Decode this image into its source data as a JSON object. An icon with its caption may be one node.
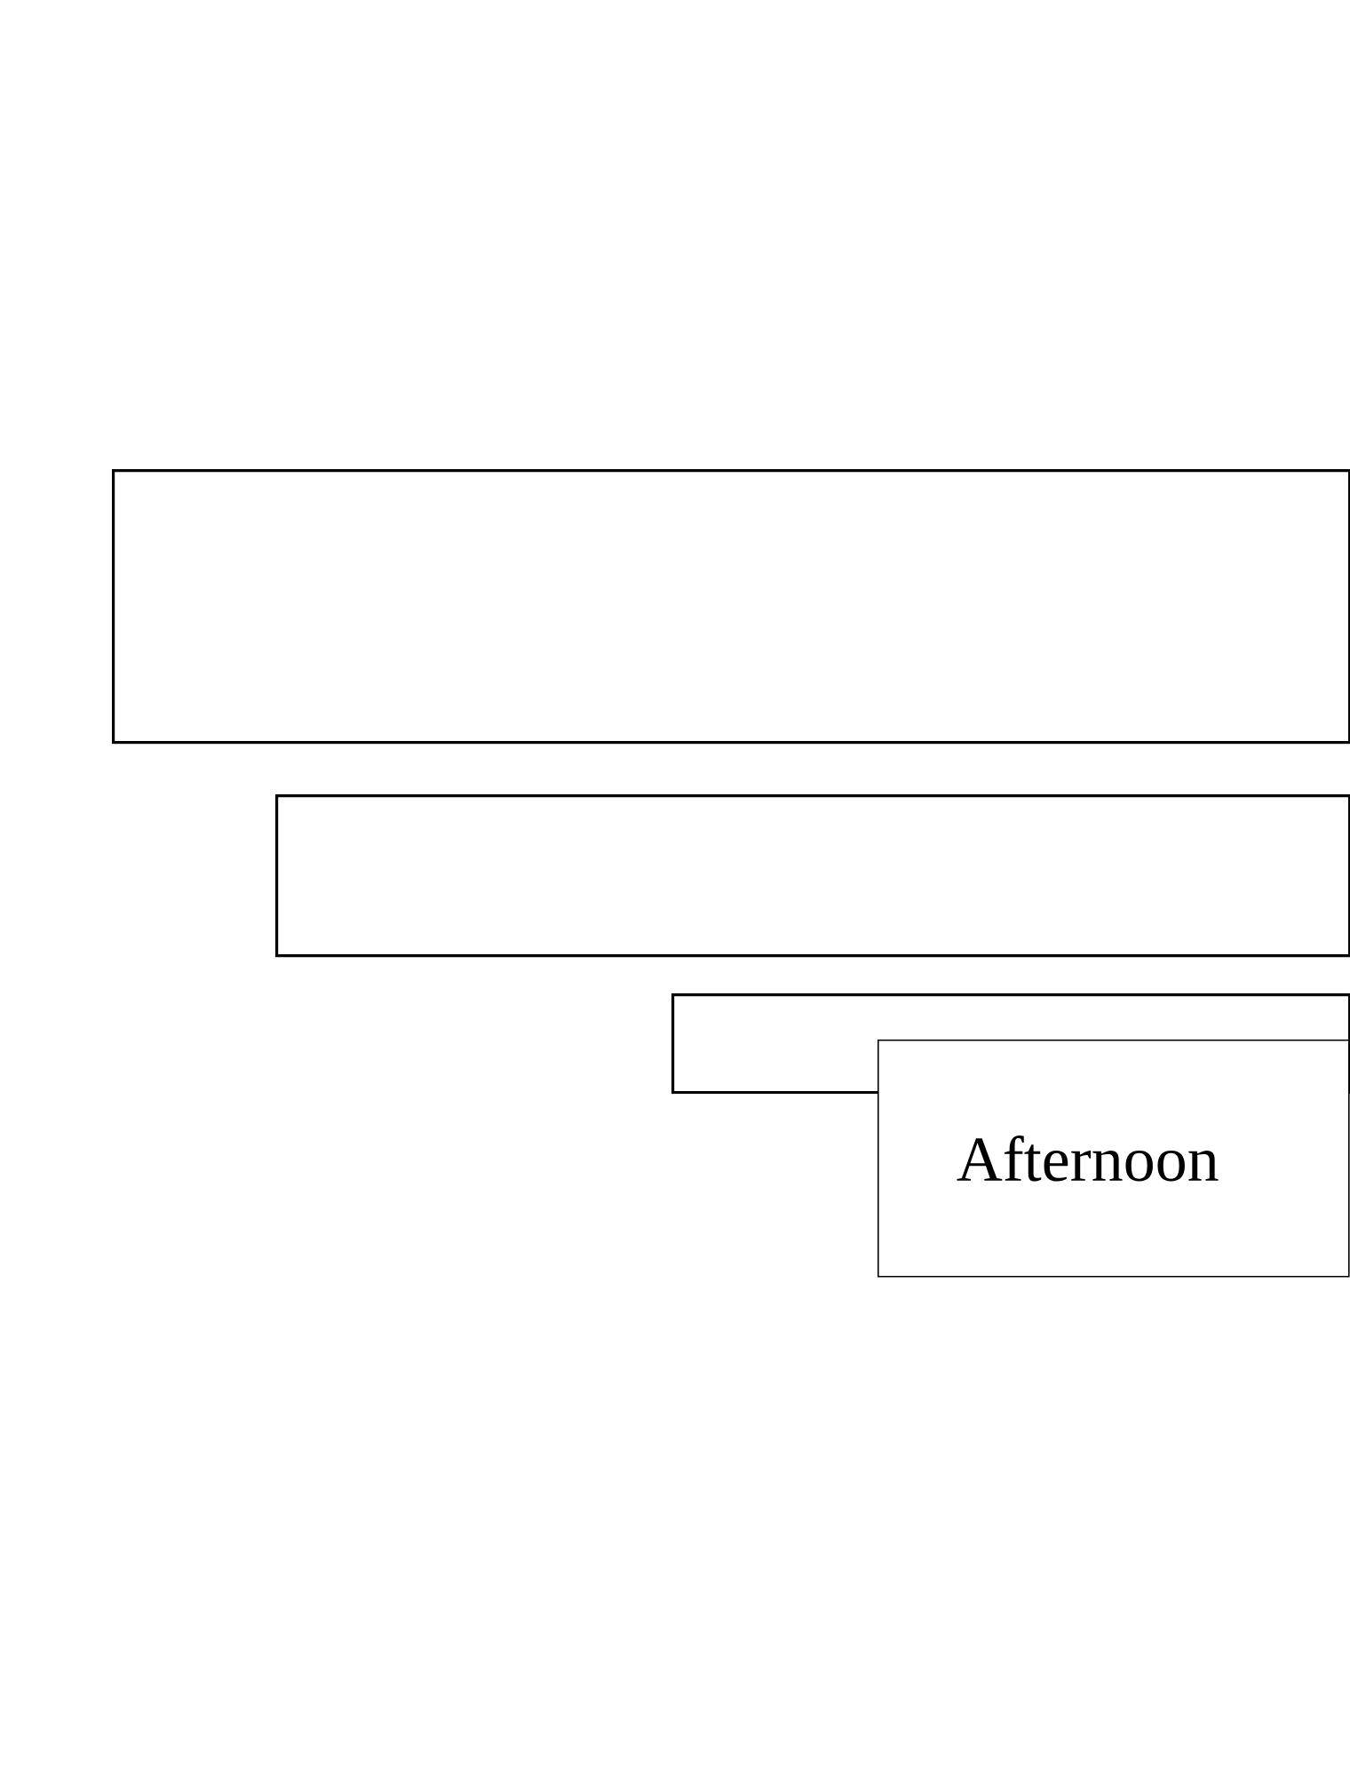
{
  "diagram": {
    "nodes": [
      {
        "text": [],
        "shape": "box"
      },
      {
        "text": [],
        "shape": "box"
      },
      {
        "text": [],
        "shape": "box"
      },
      {
        "text": [
          "Afternoon"
        ]
      }
    ]
  }
}
